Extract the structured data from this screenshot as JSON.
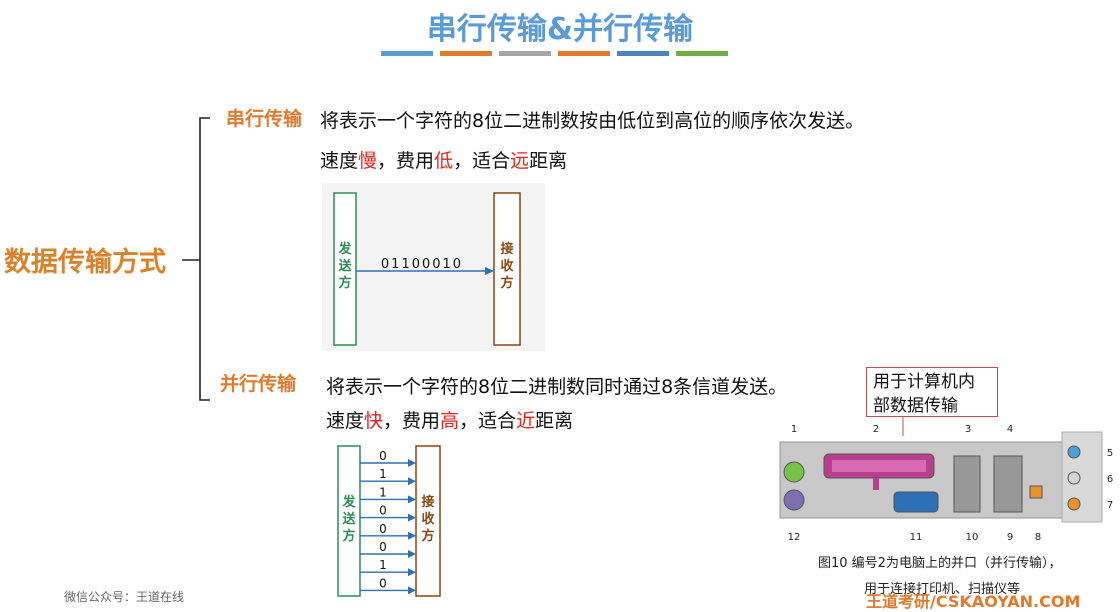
{
  "title": "串行传输&并行传输",
  "colors": {
    "title": "#5b9bd5",
    "heading": "#e07a2e",
    "highlight": "#e8231b",
    "sender_box": "#2e8b57",
    "receiver_box": "#8b4513",
    "arrow": "#2f6fb5",
    "stripe": [
      "#5b9bd5",
      "#e07a2e",
      "#a6a6a6",
      "#e07a2e",
      "#4f81bd",
      "#70ad47"
    ]
  },
  "root_label": "数据传输方式",
  "serial": {
    "heading": "串行传输",
    "description": "将表示一个字符的8位二进制数按由低位到高位的顺序依次发送。",
    "speed_prefix": "速度",
    "speed_value": "慢",
    "cost_prefix": "，费用",
    "cost_value": "低",
    "distance_prefix": "，适合",
    "distance_value": "远",
    "distance_suffix": "距离",
    "diagram": {
      "sender": "发送方",
      "receiver": "接收方",
      "bits": "01100010"
    }
  },
  "parallel": {
    "heading": "并行传输",
    "description": "将表示一个字符的8位二进制数同时通过8条信道发送。",
    "speed_prefix": "速度",
    "speed_value": "快",
    "cost_prefix": "，费用",
    "cost_value": "高",
    "distance_prefix": "，适合",
    "distance_value": "近",
    "distance_suffix": "距离",
    "diagram": {
      "sender": "发送方",
      "receiver": "接收方",
      "bits": [
        "0",
        "1",
        "1",
        "0",
        "0",
        "0",
        "1",
        "0"
      ]
    }
  },
  "note": "用于计算机内部数据传输",
  "photo": {
    "port_numbers": [
      "1",
      "2",
      "3",
      "4",
      "5",
      "6",
      "7",
      "12",
      "11",
      "10",
      "9",
      "8"
    ],
    "caption": "图10  编号2为电脑上的并口（并行传输），",
    "caption2": "用于连接打印机、扫描仪等"
  },
  "footer_left": "微信公众号：王道在线",
  "footer_right": "王道考研/CSKAOYAN.COM"
}
